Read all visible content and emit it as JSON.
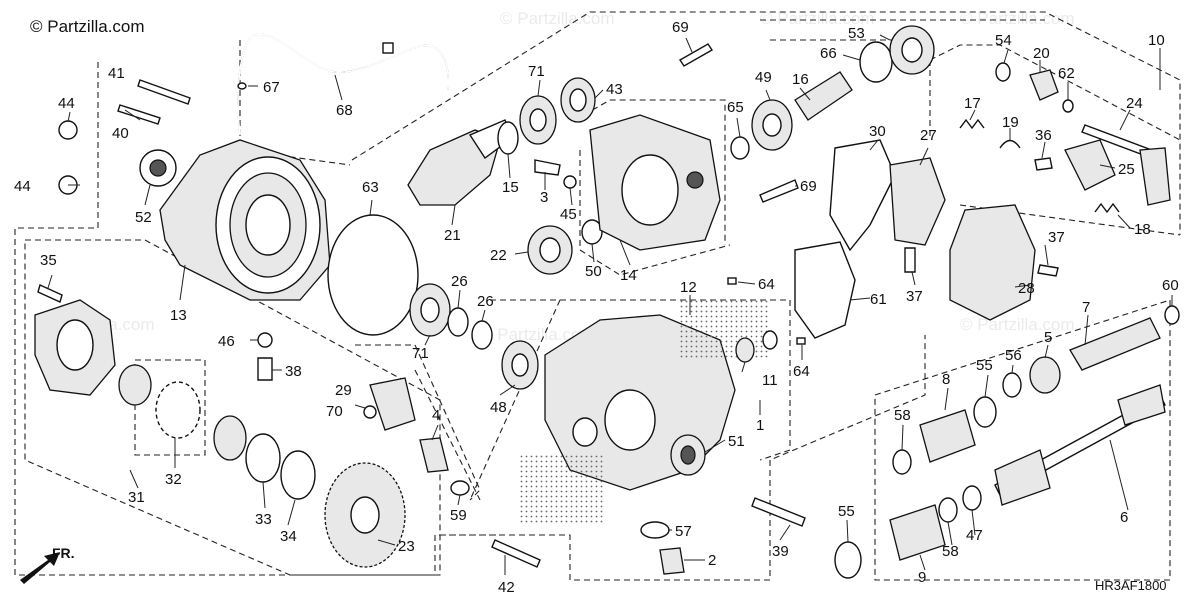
{
  "watermark": {
    "copyright": "© Partzilla.com",
    "faint": "© Partzilla.com"
  },
  "diagram_code": "HR3AF1800",
  "direction_label": "FR.",
  "callouts": [
    {
      "id": "c1",
      "label": "1"
    },
    {
      "id": "c2",
      "label": "2"
    },
    {
      "id": "c3",
      "label": "3"
    },
    {
      "id": "c4",
      "label": "4"
    },
    {
      "id": "c5",
      "label": "5"
    },
    {
      "id": "c6",
      "label": "6"
    },
    {
      "id": "c7",
      "label": "7"
    },
    {
      "id": "c8",
      "label": "8"
    },
    {
      "id": "c9",
      "label": "9"
    },
    {
      "id": "c10",
      "label": "10"
    },
    {
      "id": "c11",
      "label": "11"
    },
    {
      "id": "c12",
      "label": "12"
    },
    {
      "id": "c13",
      "label": "13"
    },
    {
      "id": "c14",
      "label": "14"
    },
    {
      "id": "c15",
      "label": "15"
    },
    {
      "id": "c16",
      "label": "16"
    },
    {
      "id": "c17",
      "label": "17"
    },
    {
      "id": "c18",
      "label": "18"
    },
    {
      "id": "c19",
      "label": "19"
    },
    {
      "id": "c20",
      "label": "20"
    },
    {
      "id": "c21",
      "label": "21"
    },
    {
      "id": "c22",
      "label": "22"
    },
    {
      "id": "c23",
      "label": "23"
    },
    {
      "id": "c24",
      "label": "24"
    },
    {
      "id": "c25",
      "label": "25"
    },
    {
      "id": "c26a",
      "label": "26"
    },
    {
      "id": "c26b",
      "label": "26"
    },
    {
      "id": "c27",
      "label": "27"
    },
    {
      "id": "c28",
      "label": "28"
    },
    {
      "id": "c29",
      "label": "29"
    },
    {
      "id": "c30",
      "label": "30"
    },
    {
      "id": "c31",
      "label": "31"
    },
    {
      "id": "c32",
      "label": "32"
    },
    {
      "id": "c33",
      "label": "33"
    },
    {
      "id": "c34",
      "label": "34"
    },
    {
      "id": "c35",
      "label": "35"
    },
    {
      "id": "c36",
      "label": "36"
    },
    {
      "id": "c37a",
      "label": "37"
    },
    {
      "id": "c37b",
      "label": "37"
    },
    {
      "id": "c38",
      "label": "38"
    },
    {
      "id": "c39",
      "label": "39"
    },
    {
      "id": "c40",
      "label": "40"
    },
    {
      "id": "c41",
      "label": "41"
    },
    {
      "id": "c42",
      "label": "42"
    },
    {
      "id": "c43",
      "label": "43"
    },
    {
      "id": "c44a",
      "label": "44"
    },
    {
      "id": "c44b",
      "label": "44"
    },
    {
      "id": "c45",
      "label": "45"
    },
    {
      "id": "c46",
      "label": "46"
    },
    {
      "id": "c47",
      "label": "47"
    },
    {
      "id": "c48",
      "label": "48"
    },
    {
      "id": "c49",
      "label": "49"
    },
    {
      "id": "c50",
      "label": "50"
    },
    {
      "id": "c51",
      "label": "51"
    },
    {
      "id": "c52",
      "label": "52"
    },
    {
      "id": "c53",
      "label": "53"
    },
    {
      "id": "c54",
      "label": "54"
    },
    {
      "id": "c55a",
      "label": "55"
    },
    {
      "id": "c55b",
      "label": "55"
    },
    {
      "id": "c56",
      "label": "56"
    },
    {
      "id": "c57",
      "label": "57"
    },
    {
      "id": "c58a",
      "label": "58"
    },
    {
      "id": "c58b",
      "label": "58"
    },
    {
      "id": "c59",
      "label": "59"
    },
    {
      "id": "c60",
      "label": "60"
    },
    {
      "id": "c61",
      "label": "61"
    },
    {
      "id": "c62",
      "label": "62"
    },
    {
      "id": "c63",
      "label": "63"
    },
    {
      "id": "c64a",
      "label": "64"
    },
    {
      "id": "c64b",
      "label": "64"
    },
    {
      "id": "c65",
      "label": "65"
    },
    {
      "id": "c66",
      "label": "66"
    },
    {
      "id": "c67",
      "label": "67"
    },
    {
      "id": "c68",
      "label": "68"
    },
    {
      "id": "c69a",
      "label": "69"
    },
    {
      "id": "c69b",
      "label": "69"
    },
    {
      "id": "c70",
      "label": "70"
    },
    {
      "id": "c71a",
      "label": "71"
    },
    {
      "id": "c71b",
      "label": "71"
    }
  ]
}
